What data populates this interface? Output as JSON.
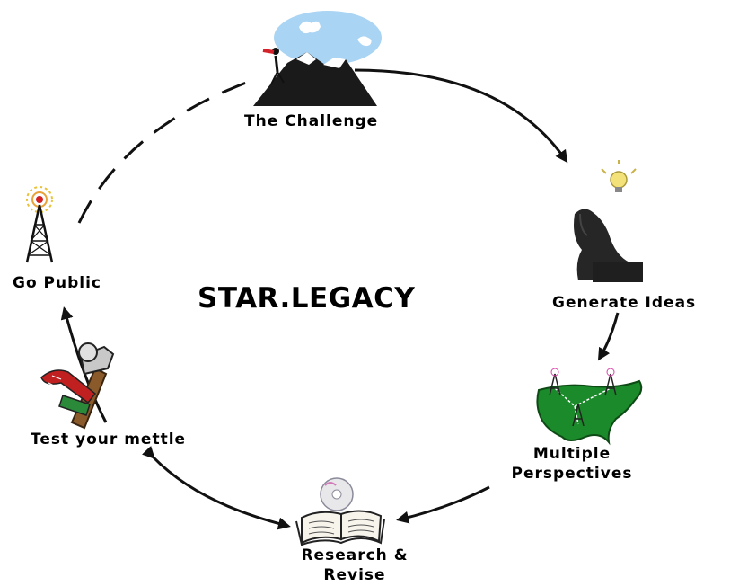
{
  "diagram": {
    "center_title": "STAR.LEGACY",
    "stages": [
      {
        "id": "challenge",
        "label": "The Challenge",
        "icon": "mountain-climber-icon"
      },
      {
        "id": "ideas",
        "label": "Generate Ideas",
        "icon": "thinker-lightbulb-icon"
      },
      {
        "id": "perspectives",
        "lines": [
          "Multiple",
          "Perspectives"
        ],
        "icon": "usa-map-icon"
      },
      {
        "id": "research",
        "lines": [
          "Research &",
          "Revise"
        ],
        "icon": "book-cd-icon"
      },
      {
        "id": "mettle",
        "label": "Test your mettle",
        "icon": "hammer-wrench-icon"
      },
      {
        "id": "public",
        "label": "Go Public",
        "icon": "radio-tower-icon"
      }
    ]
  }
}
